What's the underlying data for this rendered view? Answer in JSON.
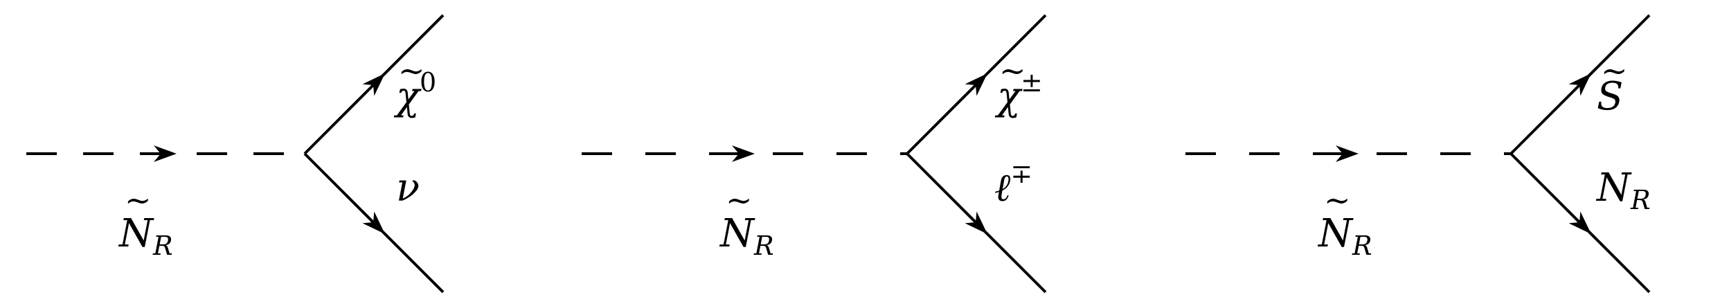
{
  "diagrams": [
    {
      "incoming": {
        "base": "N",
        "tilde": "~",
        "sub": "R"
      },
      "upper": {
        "base": "χ",
        "tilde": "~",
        "sup": "0"
      },
      "lower": {
        "base": "ν"
      }
    },
    {
      "incoming": {
        "base": "N",
        "tilde": "~",
        "sub": "R"
      },
      "upper": {
        "base": "χ",
        "tilde": "~",
        "sup": "±"
      },
      "lower": {
        "base": "ℓ",
        "sup": "∓"
      }
    },
    {
      "incoming": {
        "base": "N",
        "tilde": "~",
        "sub": "R"
      },
      "upper": {
        "base": "S",
        "tilde": "~"
      },
      "lower": {
        "base": "N",
        "sub": "R"
      }
    }
  ]
}
